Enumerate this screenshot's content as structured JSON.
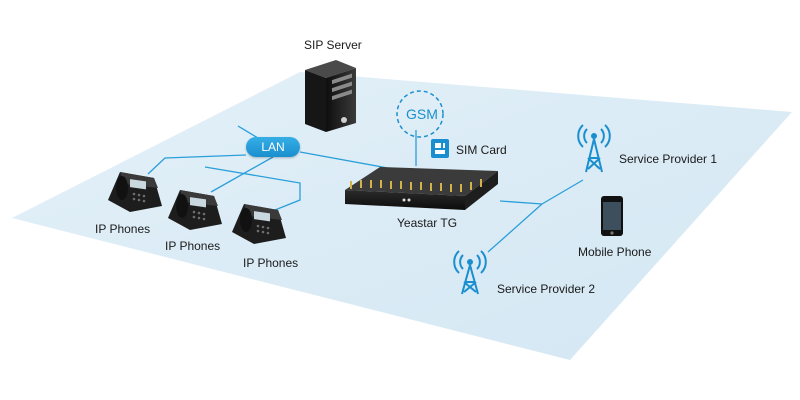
{
  "labels": {
    "sip_server": "SIP Server",
    "lan": "LAN",
    "gsm": "GSM",
    "sim_card": "SIM Card",
    "gateway": "Yeastar TG",
    "ip_phones_1": "IP Phones",
    "ip_phones_2": "IP Phones",
    "ip_phones_3": "IP Phones",
    "provider_1": "Service Provider 1",
    "provider_2": "Service Provider 2",
    "mobile_phone": "Mobile Phone"
  },
  "icons": {
    "server": "server-icon",
    "gateway": "gateway-device-icon",
    "sim": "sim-card-icon",
    "tower": "cell-tower-icon",
    "desk_phone": "ip-phone-icon",
    "mobile": "mobile-phone-icon"
  },
  "colors": {
    "floor": "#dcecf6",
    "accent": "#1a8fcf",
    "link": "#2b9fd9",
    "device_dark": "#1b1b1b"
  }
}
